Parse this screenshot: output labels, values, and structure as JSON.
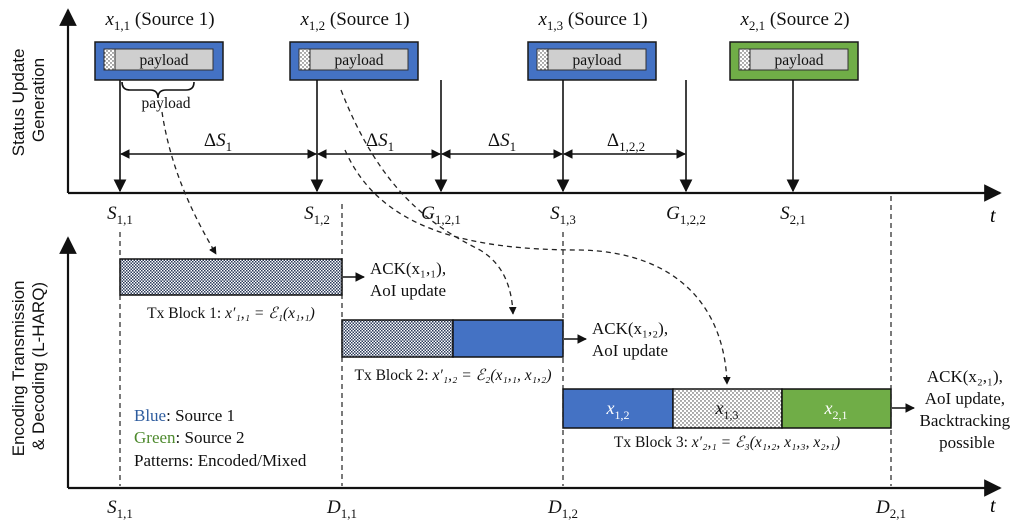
{
  "axes": {
    "top_label_line1": "Status Update",
    "top_label_line2": "Generation",
    "bottom_label_line1": "Encoding Transmission",
    "bottom_label_line2": "& Decoding (L-HARQ)",
    "time_symbol": "t"
  },
  "packets": [
    {
      "var": "x",
      "sub": "1,1",
      "source": "(Source 1)",
      "payload": "payload",
      "color": "#4472c4"
    },
    {
      "var": "x",
      "sub": "1,2",
      "source": "(Source 1)",
      "payload": "payload",
      "color": "#4472c4"
    },
    {
      "var": "x",
      "sub": "1,3",
      "source": "(Source 1)",
      "payload": "payload",
      "color": "#4472c4"
    },
    {
      "var": "x",
      "sub": "2,1",
      "source": "(Source 2)",
      "payload": "payload",
      "color": "#70ad47"
    }
  ],
  "payload_brace_label": "payload",
  "intervals": [
    {
      "delta": "ΔS",
      "sub": "1"
    },
    {
      "delta": "ΔS",
      "sub": "1"
    },
    {
      "delta": "ΔS",
      "sub": "1"
    },
    {
      "delta": "Δ",
      "sub": "1,2,2"
    }
  ],
  "top_ticks": [
    {
      "sym": "S",
      "sub": "1,1"
    },
    {
      "sym": "S",
      "sub": "1,2"
    },
    {
      "sym": "G",
      "sub": "1,2,1"
    },
    {
      "sym": "S",
      "sub": "1,3"
    },
    {
      "sym": "G",
      "sub": "1,2,2"
    },
    {
      "sym": "S",
      "sub": "2,1"
    }
  ],
  "bottom_ticks": [
    {
      "sym": "S",
      "sub": "1,1"
    },
    {
      "sym": "D",
      "sub": "1,1"
    },
    {
      "sym": "D",
      "sub": "1,2"
    },
    {
      "sym": "D",
      "sub": "2,1"
    }
  ],
  "blocks": [
    {
      "caption_prefix": "Tx Block 1: ",
      "caption_eq": "x′₁,₁ = ℰ₁(x₁,₁)",
      "ack_line1": "ACK(x₁,₁),",
      "ack_line2": "AoI update",
      "ack_line3": "",
      "ack_line4": ""
    },
    {
      "caption_prefix": "Tx Block 2: ",
      "caption_eq": "x′₁,₂ = ℰ₂(x₁,₁, x₁,₂)",
      "ack_line1": "ACK(x₁,₂),",
      "ack_line2": "AoI update",
      "ack_line3": "",
      "ack_line4": ""
    },
    {
      "caption_prefix": "Tx Block 3: ",
      "caption_eq": "x′₂,₁ = ℰ₃(x₁,₂, x₁,₃, x₂,₁)",
      "ack_line1": "ACK(x₂,₁),",
      "ack_line2": "AoI update,",
      "ack_line3": "Backtracking",
      "ack_line4": "possible"
    }
  ],
  "block3_segments": [
    {
      "var": "x",
      "sub": "1,2"
    },
    {
      "var": "x",
      "sub": "1,3"
    },
    {
      "var": "x",
      "sub": "2,1"
    }
  ],
  "legend": {
    "blue_key": "Blue",
    "blue_text": ": Source 1",
    "green_key": "Green",
    "green_text": ": Source 2",
    "patterns_text": "Patterns: Encoded/Mixed"
  },
  "colors": {
    "source1_blue": "#4472c4",
    "source2_green": "#70ad47",
    "legend_blue": "#2e5c9e",
    "legend_green": "#4e8a2e",
    "payload_gray": "#cfcfcf"
  }
}
